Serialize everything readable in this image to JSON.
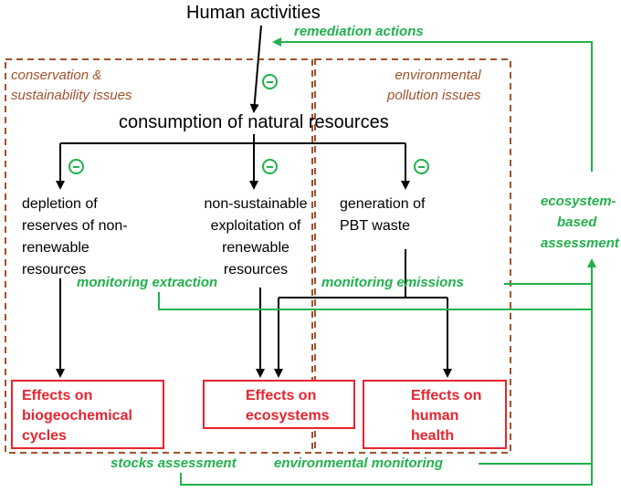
{
  "top_node": "Human activities",
  "remediation": "remediation actions",
  "region_labels": {
    "conservation": [
      "conservation &",
      "sustainability issues"
    ],
    "pollution": [
      "environmental",
      "pollution issues"
    ]
  },
  "central_node": "consumption of natural resources",
  "pressures": {
    "depletion": [
      "depletion of",
      "reserves of non-",
      "renewable",
      "resources"
    ],
    "nonsustainable": [
      "non-sustainable",
      "exploitation of",
      "renewable",
      "resources"
    ],
    "pbt": [
      "generation of",
      "PBT waste"
    ]
  },
  "monitoring": {
    "extraction": "monitoring extraction",
    "emissions": "monitoring emissions",
    "stocks": "stocks assessment",
    "environmental": "environmental monitoring"
  },
  "ecosystem_assessment": [
    "ecosystem-",
    "based",
    "assessment"
  ],
  "effects": {
    "biogeochemical": [
      "Effects on",
      "biogeochemical",
      "cycles"
    ],
    "ecosystems": [
      "Effects on",
      "ecosystems"
    ],
    "human_health": [
      "Effects on",
      "human",
      "health"
    ]
  },
  "colors": {
    "arrow": "#000000",
    "feedback": "#22b14c",
    "effects": "#e8242f",
    "regions": "#a0522d"
  },
  "icons": {
    "inhibition": "minus-circle-icon"
  }
}
